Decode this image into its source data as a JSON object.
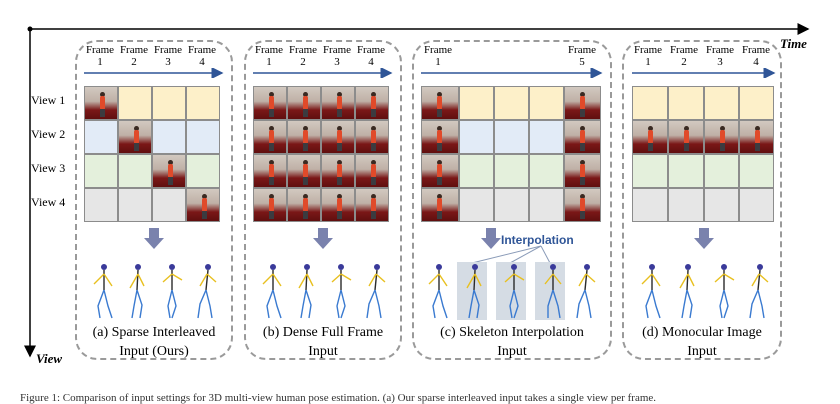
{
  "axes": {
    "time_label": "Time",
    "view_label": "View"
  },
  "view_labels": [
    "View 1",
    "View 2",
    "View 3",
    "View 4"
  ],
  "frames_four": [
    {
      "word": "Frame",
      "num": "1"
    },
    {
      "word": "Frame",
      "num": "2"
    },
    {
      "word": "Frame",
      "num": "3"
    },
    {
      "word": "Frame",
      "num": "4"
    }
  ],
  "frames_interp": [
    {
      "word": "Frame",
      "num": "1"
    },
    {
      "word": "Frame",
      "num": "5"
    }
  ],
  "interpolation_label": "Interpolation",
  "captions": [
    {
      "line1": "(a) Sparse Interleaved",
      "line2": "Input (Ours)"
    },
    {
      "line1": "(b) Dense Full Frame",
      "line2": "Input"
    },
    {
      "line1": "(c) Skeleton Interpolation",
      "line2": "Input"
    },
    {
      "line1": "(d) Monocular Image",
      "line2": "Input"
    }
  ],
  "colors": {
    "arrow": "#2f5597",
    "down_arrow": "#7a82ad",
    "interp_text": "#2f5597",
    "view1": "#fdf0c9",
    "view2": "#e2ebf7",
    "view3": "#e4f0dc",
    "view4": "#e6e6e6"
  },
  "footer_caption": "Figure 1: Comparison of input settings for 3D multi-view human pose estimation. (a) Our sparse interleaved input takes a single view per frame."
}
